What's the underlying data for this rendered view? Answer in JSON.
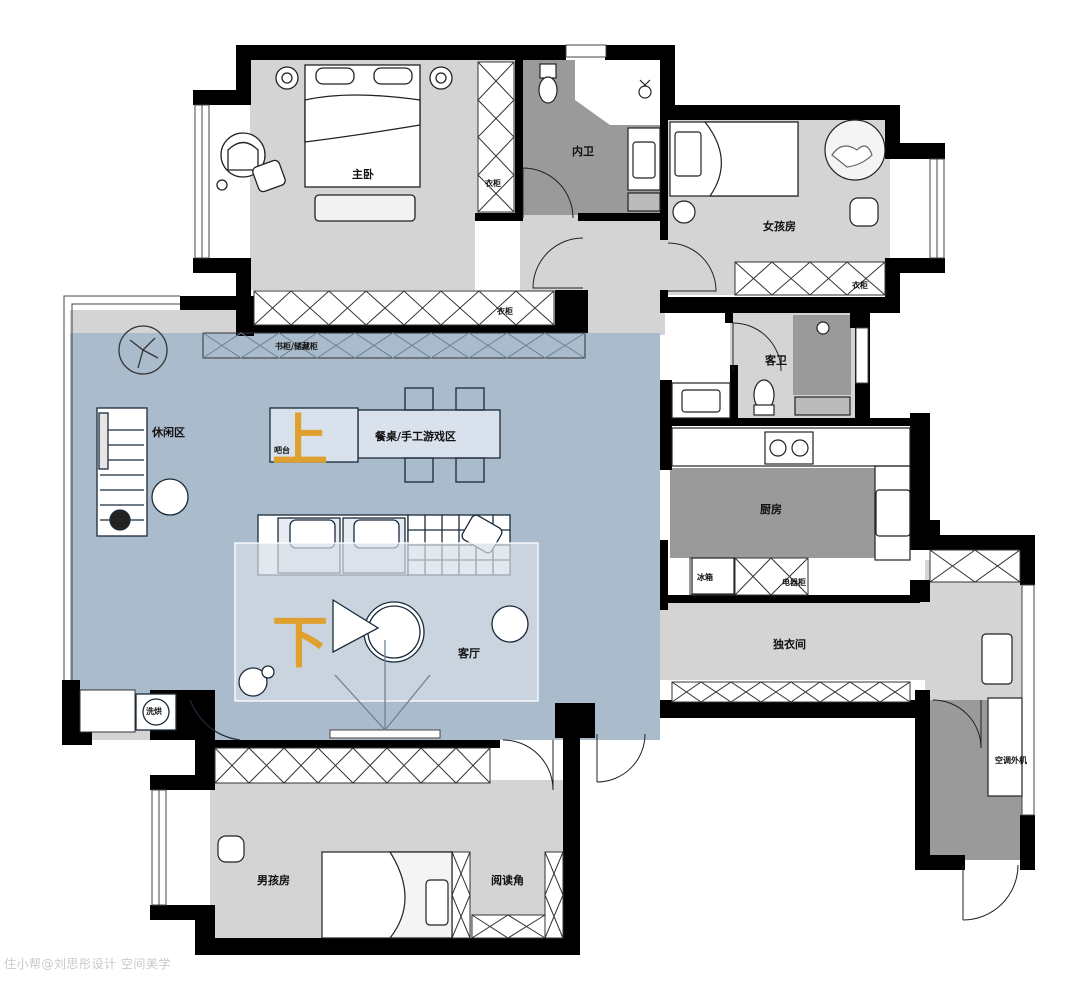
{
  "labels": {
    "master_bedroom": "主卧",
    "ensuite_bath": "内卫",
    "daughter_room": "女孩房",
    "guest_bath": "客卫",
    "leisure_area": "休闲区",
    "dining_craft": "餐桌/手工游戏区",
    "island": "吧台",
    "living_room": "客厅",
    "kitchen": "厨房",
    "corridor": "独衣间",
    "boy_room": "男孩房",
    "reading_corner": "阅读角",
    "washer": "洗烘",
    "ac_unit": "空调外机",
    "fridge": "冰箱",
    "wardrobe_master": "衣柜",
    "wardrobe_girl": "衣柜",
    "wardrobe_corridor": "衣柜",
    "bookshelf": "书柜/储藏柜",
    "kitchen_cabinet": "电器柜",
    "upper": "上",
    "lower": "下"
  },
  "watermark": "住小帮@刘思彤设计 空间美学",
  "colors": {
    "wall": "#000000",
    "room_gray": "#d4d4d4",
    "bath_gray": "#9a9a9a",
    "highlight_blue": "#9db3c8",
    "accent_yellow": "#e0a030"
  }
}
